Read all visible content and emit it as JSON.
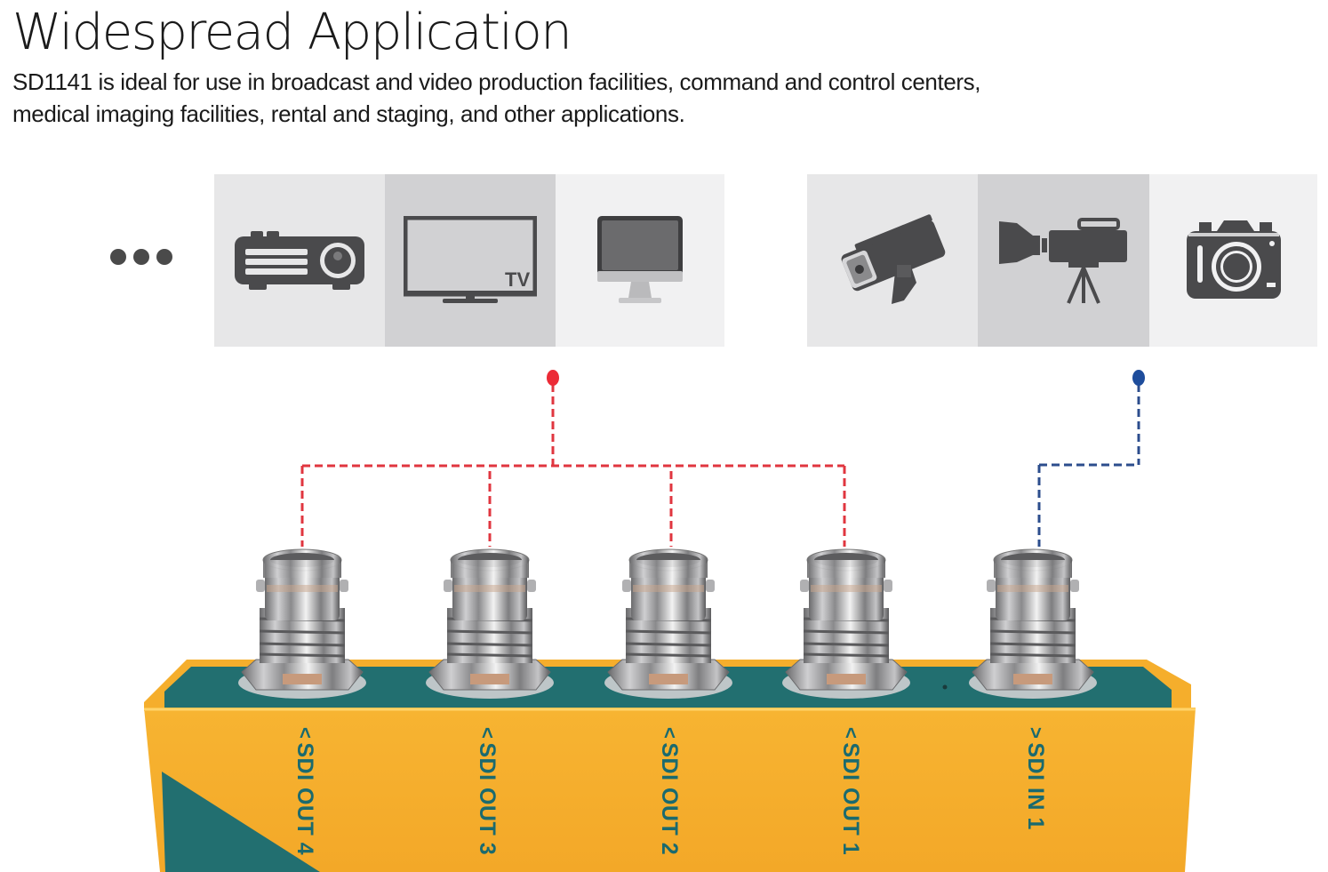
{
  "header": {
    "title": "Widespread Application",
    "description_line1": "SD1141 is ideal for use in broadcast and video production facilities, command and control centers,",
    "description_line2": "medical imaging facilities, rental and staging, and other applications."
  },
  "output_devices": {
    "more_indicator": "more-devices",
    "items": [
      {
        "icon": "projector-icon",
        "label": ""
      },
      {
        "icon": "tv-icon",
        "label": "TV"
      },
      {
        "icon": "monitor-icon",
        "label": ""
      }
    ],
    "connector_color": "#e8323c"
  },
  "input_devices": {
    "items": [
      {
        "icon": "security-camera-icon"
      },
      {
        "icon": "video-camera-tripod-icon"
      },
      {
        "icon": "photo-camera-icon"
      }
    ],
    "connector_color": "#1f4e99"
  },
  "device": {
    "body_color": "#f5ae2c",
    "panel_color": "#226f70",
    "label_color": "#1b6a6e",
    "ports": [
      {
        "label": "SDI OUT 4",
        "direction": "out",
        "arrow": "<"
      },
      {
        "label": "SDI OUT 3",
        "direction": "out",
        "arrow": "<"
      },
      {
        "label": "SDI OUT 2",
        "direction": "out",
        "arrow": "<"
      },
      {
        "label": "SDI OUT 1",
        "direction": "out",
        "arrow": "<"
      },
      {
        "label": "SDI IN 1",
        "direction": "in",
        "arrow": ">"
      }
    ]
  }
}
